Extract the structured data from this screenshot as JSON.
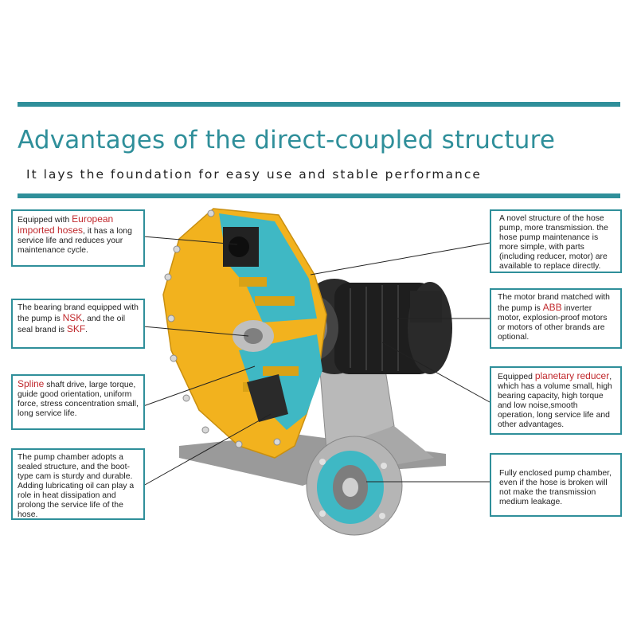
{
  "header": {
    "title": "Advantages of the direct-coupled structure",
    "subtitle": "It lays the foundation for easy use and stable performance"
  },
  "colors": {
    "accent": "#2f8f9a",
    "highlight": "#c0282c",
    "pump_body": "#f2b21e",
    "cutaway": "#3fb8c4"
  },
  "callouts_left": [
    {
      "pre": "Equipped with ",
      "hl": "European imported hoses",
      "post": ", it has a long service life and reduces your maintenance cycle."
    },
    {
      "pre": "The bearing brand equipped with the pump is ",
      "hl": "NSK",
      "mid": ", and the oil seal brand is ",
      "hl2": "SKF",
      "post": "."
    },
    {
      "pre": "",
      "hl": "Spline",
      "post": " shaft drive, large torque, guide good orientation, uniform force, stress concentration small, long service life."
    },
    {
      "pre": "The pump chamber adopts a sealed structure, and the boot-type cam is sturdy and durable. Adding lubricating oil can play a role in heat dissipation and prolong the service life of the hose."
    }
  ],
  "callouts_right": [
    {
      "pre": "A novel structure of the hose pump, more transmission. the hose pump maintenance is more simple, with parts (including reducer, motor) are available to replace directly."
    },
    {
      "pre": "The motor brand matched with the pump is ",
      "hl": "ABB",
      "post": " inverter motor, explosion-proof motors or motors of other brands are optional."
    },
    {
      "pre": "Equipped ",
      "hl": "planetary reducer",
      "post": ", which has a volume small, high bearing capacity, high torque and low noise,smooth operation, long service life and other advantages."
    },
    {
      "pre": "Fully enclosed pump chamber, even if the hose is broken will not make the transmission medium leakage."
    }
  ]
}
